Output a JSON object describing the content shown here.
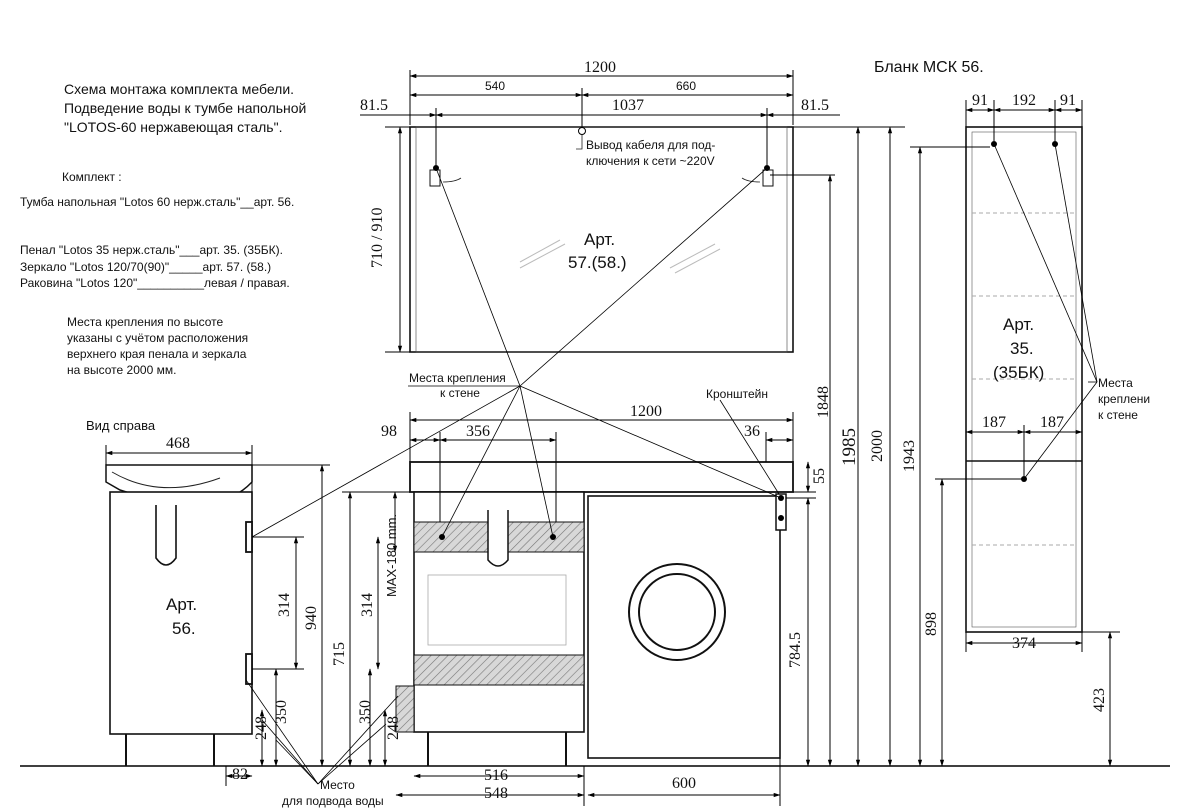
{
  "header": {
    "form_title": "Бланк МСК 56.",
    "scheme_lines": [
      "Схема монтажа комплекта мебели.",
      "Подведение воды к тумбе напольной",
      "\"LOTOS-60 нержавеющая сталь\"."
    ]
  },
  "kit": {
    "title": "Комплект :",
    "items": [
      "Тумба напольная \"Lotos 60 нерж.сталь\"__арт. 56.",
      "Пенал \"Lotos 35 нерж.сталь\"___арт. 35. (35БК).",
      "Зеркало \"Lotos 120/70(90)\"_____арт. 57. (58.)",
      "Раковина \"Lotos 120\"__________левая / правая."
    ]
  },
  "note": {
    "lines": [
      "Места крепления по высоте",
      "указаны с учётом расположения",
      "верхнего края пенала и зеркала",
      "на высоте 2000 мм."
    ]
  },
  "views": {
    "side_view_title": "Вид  справа"
  },
  "labels": {
    "mirror_article": [
      "Арт.",
      "57.(58.)"
    ],
    "cabinet_article": [
      "Арт.",
      "56."
    ],
    "pencil_article": [
      "Арт.",
      "35.",
      "(35БК)"
    ],
    "cable_outlet": [
      "Вывод кабеля для под-",
      "ключения к сети ~220V"
    ],
    "mount_points_wall": [
      "Места крепления",
      "к стене"
    ],
    "mount_points_right": [
      "Места",
      "креплени",
      "к стене"
    ],
    "bracket": "Кронштейн",
    "water_supply": [
      "Место",
      "для подвода воды"
    ],
    "max_height": "MAX-180 mm."
  },
  "dimensions": {
    "mirror_width": "1200",
    "mirror_left_segment": "540",
    "mirror_right_segment": "660",
    "mirror_margin_left": "81.5",
    "mirror_center_span": "1037",
    "mirror_margin_right": "81.5",
    "mirror_height": "710 / 910",
    "height_1848": "1848",
    "height_1985": "1985",
    "height_2000": "2000",
    "height_1943": "1943",
    "pencil_left": "91",
    "pencil_center": "192",
    "pencil_right": "91",
    "pencil_half_left": "187",
    "pencil_half_right": "187",
    "pencil_width": "374",
    "pencil_bottom_height": "898",
    "pencil_floor_gap": "423",
    "side_depth": "468",
    "side_h_314": "314",
    "side_h_940": "940",
    "side_h_350": "350",
    "side_h_248": "248",
    "side_offset_82": "82",
    "front_98": "98",
    "front_356": "356",
    "sink_width": "1200",
    "front_36": "36",
    "front_55": "55",
    "front_h_314": "314",
    "front_h_715": "715",
    "front_h_350": "350",
    "front_h_248": "248",
    "front_784_5": "784.5",
    "cab_516": "516",
    "cab_548": "548",
    "wm_600": "600"
  }
}
